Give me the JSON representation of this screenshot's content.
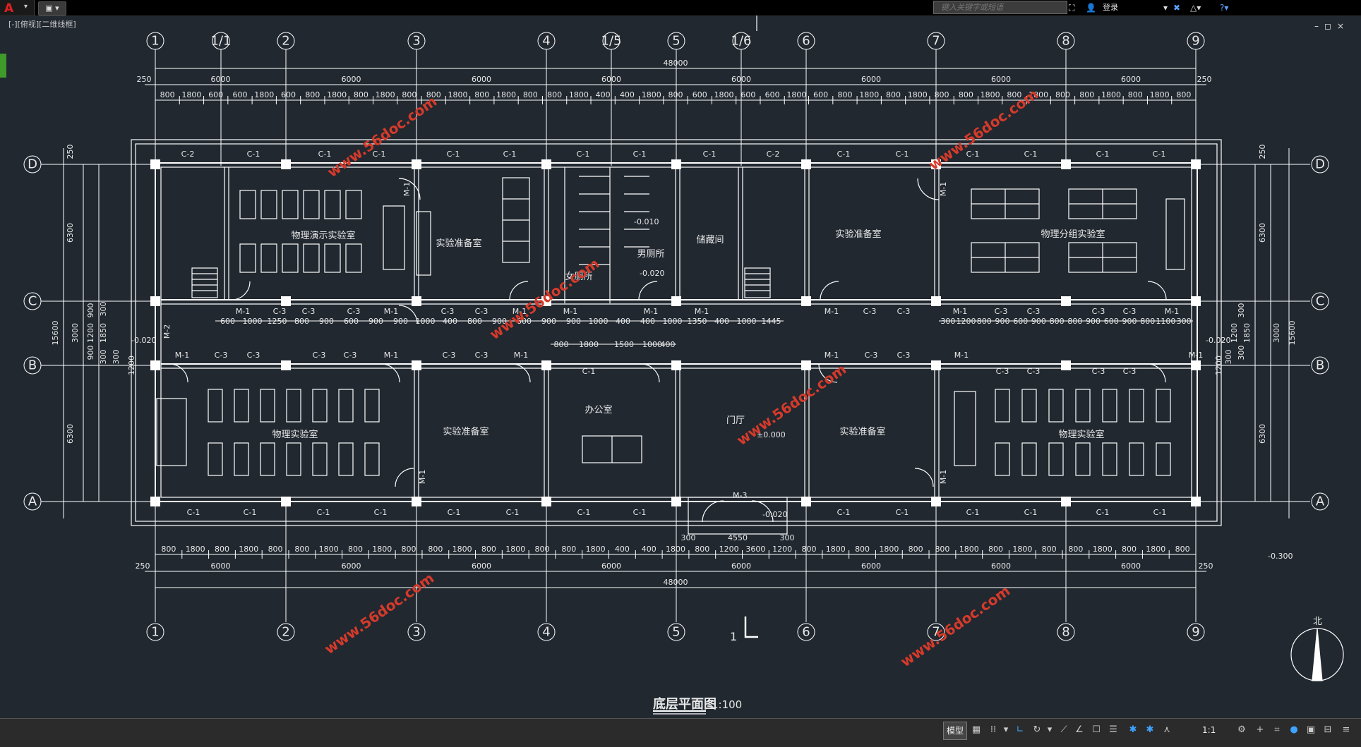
{
  "app": {
    "logo": "A",
    "viewport_label": "[-][俯视][二维线框]",
    "search_placeholder": "键入关键字或短语",
    "login_label": "登录"
  },
  "colors": {
    "background": "#212830",
    "lines": "#ffffff",
    "watermark": "#d63a2a"
  },
  "plan": {
    "axes_top": [
      "1",
      "1/1",
      "2",
      "3",
      "4",
      "1/5",
      "5",
      "1/6",
      "6",
      "7",
      "8",
      "9"
    ],
    "axes_bottom": [
      "1",
      "2",
      "3",
      "4",
      "5",
      "6",
      "7",
      "8",
      "9"
    ],
    "axes_side": [
      "D",
      "C",
      "B",
      "A"
    ],
    "total_dim": "48000",
    "bay_dim": "6000",
    "edge_dim": "250",
    "top_segments": [
      "800",
      "1800",
      "600",
      "600",
      "1800",
      "600",
      "800",
      "1800",
      "800",
      "1800",
      "800",
      "800",
      "1800",
      "800",
      "1800",
      "800",
      "800",
      "1800",
      "400",
      "400",
      "1800",
      "800",
      "600",
      "1800",
      "600",
      "600",
      "1800",
      "600",
      "800",
      "1800",
      "800",
      "1800",
      "800",
      "800",
      "1800",
      "800",
      "1800",
      "800",
      "800",
      "1800",
      "800",
      "1800",
      "800"
    ],
    "bottom_segments": [
      "800",
      "1800",
      "800",
      "1800",
      "800",
      "800",
      "1800",
      "800",
      "1800",
      "800",
      "800",
      "1800",
      "800",
      "1800",
      "800",
      "800",
      "1800",
      "400",
      "400",
      "1800",
      "800",
      "1200",
      "3600",
      "1200",
      "800",
      "1800",
      "800",
      "1800",
      "800",
      "800",
      "1800",
      "800",
      "1800",
      "800",
      "800",
      "1800",
      "800",
      "1800",
      "800"
    ],
    "bottom_door_dims": [
      "300",
      "4550",
      "300"
    ],
    "left_dims": [
      "250",
      "6300",
      "6300",
      "15600",
      "900",
      "1200",
      "900",
      "300",
      "1850",
      "300",
      "3000",
      "300",
      "1200"
    ],
    "right_dims": [
      "250",
      "6300",
      "6300",
      "15600",
      "3000",
      "1850",
      "1200",
      "300",
      "300",
      "300",
      "1200"
    ],
    "corridor_dims_left": [
      "600",
      "1000",
      "1250",
      "800",
      "900",
      "600",
      "900",
      "900",
      "1000",
      "400",
      "800",
      "900",
      "600",
      "900",
      "900",
      "1000",
      "400",
      "400",
      "1000",
      "1350",
      "400",
      "1000",
      "1445"
    ],
    "corridor_dims_right": [
      "300",
      "1200",
      "800",
      "900",
      "600",
      "900",
      "800",
      "800",
      "900",
      "600",
      "900",
      "800",
      "1100",
      "300"
    ],
    "office_dims": [
      "800",
      "1800",
      "1500",
      "1000",
      "400"
    ],
    "window_labels": {
      "c1": "C-1",
      "c2": "C-2",
      "c3": "C-3",
      "m1": "M-1",
      "m2": "M-2",
      "m3": "M-3"
    },
    "rooms": {
      "physics_demo_lab": "物理演示实验室",
      "prep_room": "实验准备室",
      "women_toilet": "女厕所",
      "men_toilet": "男厕所",
      "storage": "储藏间",
      "physics_group_lab": "物理分组实验室",
      "physics_lab": "物理实验室",
      "office": "办公室",
      "lobby": "门厅"
    },
    "elevations": {
      "toilet": "-0.010",
      "toilet2": "-0.020",
      "stair_left": "-0.020",
      "stair_right": "-0.020",
      "lobby": "±0.000",
      "entrance": "-0.020",
      "outdoor": "-0.300"
    },
    "section_mark": "1",
    "north_label": "北",
    "title": "底层平面图",
    "scale": "1:100",
    "watermark": "www.56doc.com"
  },
  "statusbar": {
    "model_label": "模型",
    "scale_label": "1:1"
  }
}
